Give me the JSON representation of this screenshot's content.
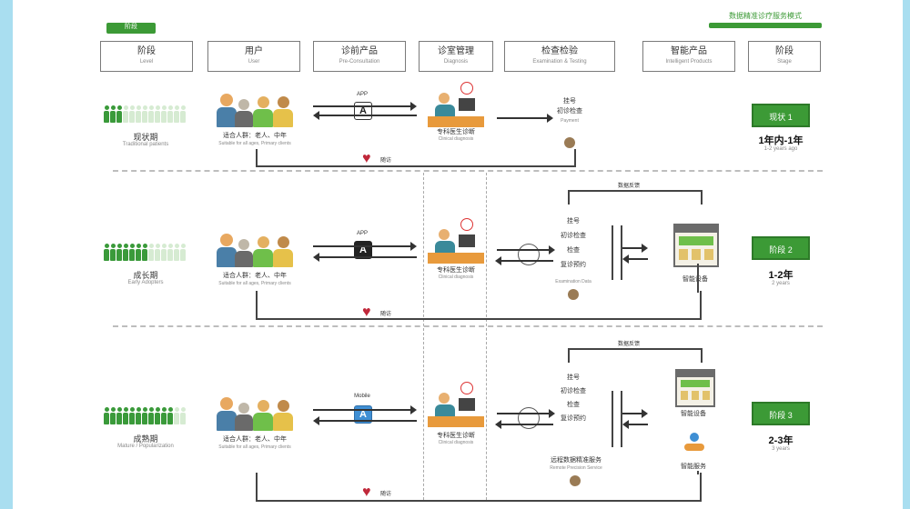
{
  "badge_left": "阶段",
  "title_right": "数据精准诊疗服务模式",
  "headers": [
    {
      "cn": "阶段",
      "en": "Level"
    },
    {
      "cn": "用户",
      "en": "User"
    },
    {
      "cn": "诊前产品",
      "en": "Pre-Consultation"
    },
    {
      "cn": "诊室管理",
      "en": "Diagnosis"
    },
    {
      "cn": "检查检验",
      "en": "Examination & Testing"
    },
    {
      "cn": "智能产品",
      "en": "Intelligent Products"
    },
    {
      "cn": "阶段",
      "en": "Stage"
    }
  ],
  "rows": [
    {
      "people_label_cn": "现状期",
      "people_label_en": "Traditional patients",
      "family_cn": "适合人群：老人、中年",
      "family_en": "Suitable for all ages, Primary clients",
      "app_caption": "APP",
      "app_color": "#ffffff",
      "doctor_cn": "专科医生诊断",
      "doctor_en": "Clinical diagnosis",
      "steps": [
        "挂号",
        "初诊检查",
        "Payment"
      ],
      "heart_label": "随访",
      "stage_label": "现状 1",
      "stage_cn": "1年内-1年",
      "stage_en": "1-2 years ago"
    },
    {
      "people_label_cn": "成长期",
      "people_label_en": "Early Adopters",
      "family_cn": "适合人群：老人、中年",
      "family_en": "Suitable for all ages, Primary clients",
      "app_caption": "APP",
      "app_color": "#222222",
      "doctor_cn": "专科医生诊断",
      "doctor_en": "Clinical diagnosis",
      "steps": [
        "挂号",
        "初诊检查",
        "检查",
        "复诊预约"
      ],
      "steps_caption": "Examination Data",
      "device_cn": "智能设备",
      "top_label": "数据反馈",
      "heart_label": "随访",
      "stage_label": "阶段 2",
      "stage_cn": "1-2年",
      "stage_en": "2 years"
    },
    {
      "people_label_cn": "成熟期",
      "people_label_en": "Mature / Popularization",
      "family_cn": "适合人群：老人、中年",
      "family_en": "Suitable for all ages, Primary clients",
      "app_caption": "Mobile",
      "app_color": "#3f8fd4",
      "doctor_cn": "专科医生诊断",
      "doctor_en": "Clinical diagnosis",
      "steps": [
        "挂号",
        "初诊检查",
        "检查",
        "复诊预约",
        "远程数据精准服务"
      ],
      "steps_caption": "Remote Precision Service",
      "device_cn": "智能设备",
      "device2_cn": "智能服务",
      "top_label": "数据反馈",
      "heart_label": "随访",
      "stage_label": "阶段 3",
      "stage_cn": "2-3年",
      "stage_en": "3 years"
    }
  ],
  "colors": {
    "accent": "#3c9a36",
    "heart": "#c0283a",
    "coin": "#9a7b55",
    "background": "#a9def0"
  }
}
